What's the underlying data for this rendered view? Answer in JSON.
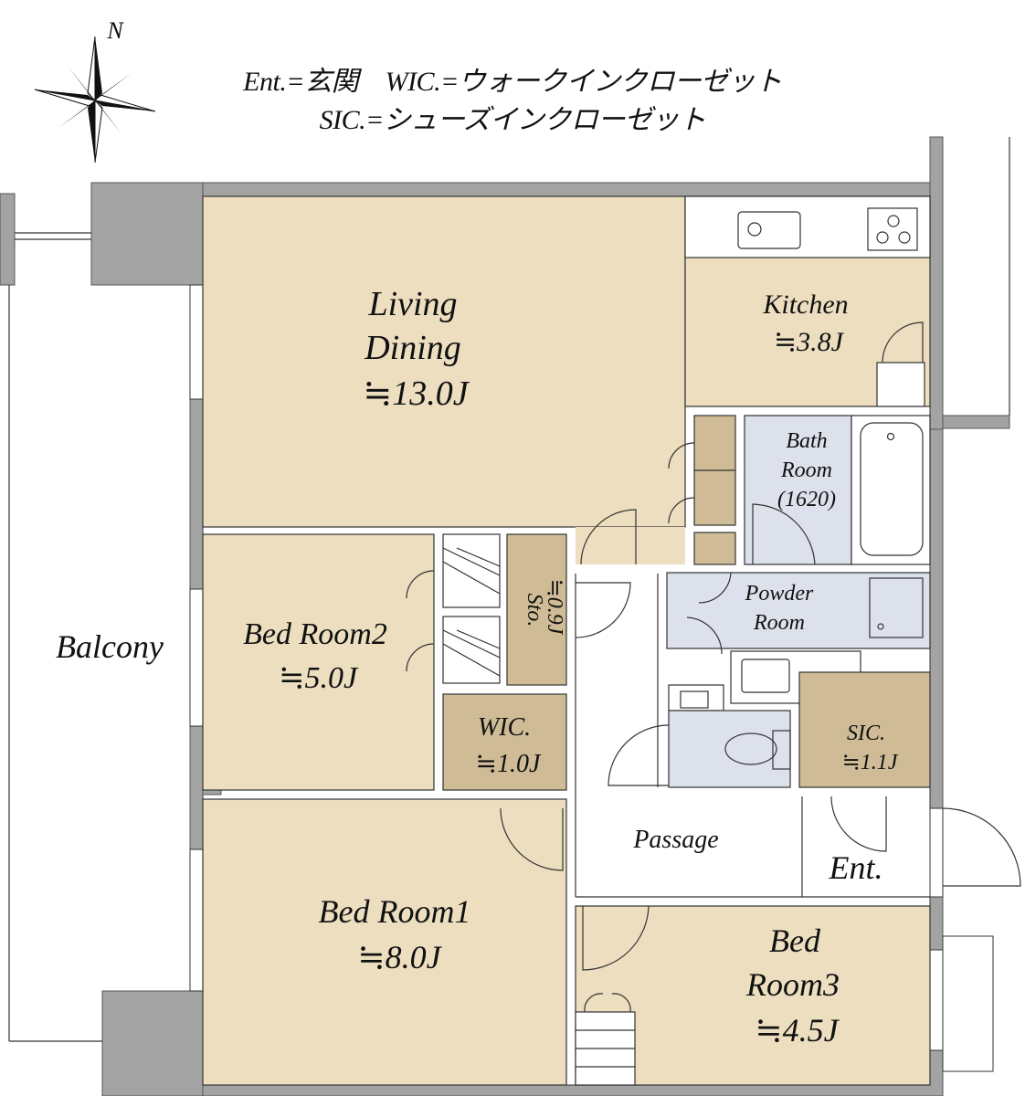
{
  "legend": {
    "line1": "Ent.=玄関　WIC.=ウォークインクローゼット",
    "line2": "SIC.=シューズインクローゼット"
  },
  "compass": {
    "label": "N"
  },
  "colors": {
    "room": "#ecdebf",
    "storage": "#cfbc97",
    "wet": "#dde1ec",
    "wall": "#a3a3a3"
  },
  "rooms": {
    "living": {
      "line1": "Living",
      "line2": "Dining",
      "size": "≒13.0J"
    },
    "kitchen": {
      "name": "Kitchen",
      "size": "≒3.8J"
    },
    "bath": {
      "line1": "Bath",
      "line2": "Room",
      "line3": "(1620)"
    },
    "powder": {
      "line1": "Powder",
      "line2": "Room"
    },
    "bed2": {
      "name": "Bed Room2",
      "size": "≒5.0J"
    },
    "sto": {
      "name": "Sto.",
      "size": "≒0.9J"
    },
    "wic": {
      "name": "WIC.",
      "size": "≒1.0J"
    },
    "sic": {
      "name": "SIC.",
      "size": "≒1.1J"
    },
    "balcony": {
      "name": "Balcony"
    },
    "passage": {
      "name": "Passage"
    },
    "ent": {
      "name": "Ent."
    },
    "bed1": {
      "name": "Bed Room1",
      "size": "≒8.0J"
    },
    "bed3": {
      "line1": "Bed",
      "line2": "Room3",
      "size": "≒4.5J"
    }
  }
}
